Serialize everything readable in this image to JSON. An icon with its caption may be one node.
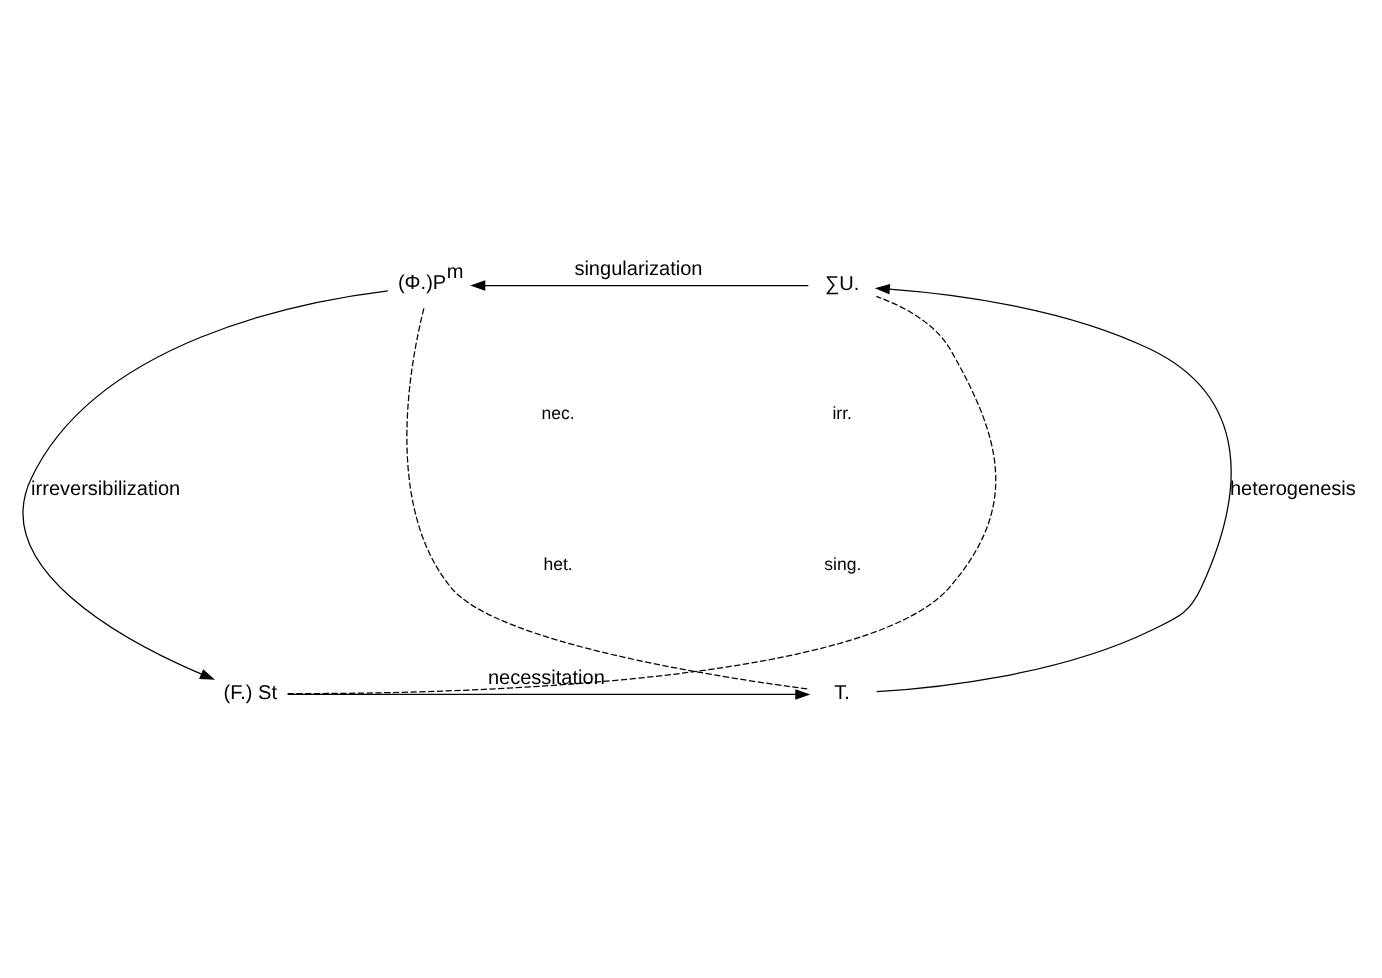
{
  "diagram": {
    "nodes": [
      {
        "text": [
          "(Φ.)P$^{m}$"
        ]
      },
      {
        "text": [
          "∑U."
        ]
      },
      {
        "text": [
          "(F.) St"
        ]
      },
      {
        "text": [
          "T."
        ]
      }
    ],
    "edges": [
      {
        "from": 1,
        "to": 0,
        "arrow": "to",
        "label": "singularization"
      },
      {
        "from": 0,
        "to": 2,
        "arrow": "to",
        "label": "irreversibilization"
      },
      {
        "from": 2,
        "to": 3,
        "arrow": "to",
        "label": "necessitation"
      },
      {
        "from": 3,
        "to": 1,
        "arrow": "to",
        "label": "heterogenesis"
      },
      {
        "from": 0,
        "to": 3,
        "arrow": "none",
        "style": "dashed"
      },
      {
        "from": 2,
        "to": 1,
        "arrow": "none",
        "style": "dashed"
      }
    ],
    "labels": [
      "nec.",
      "irr.",
      "sing.",
      "het."
    ]
  }
}
